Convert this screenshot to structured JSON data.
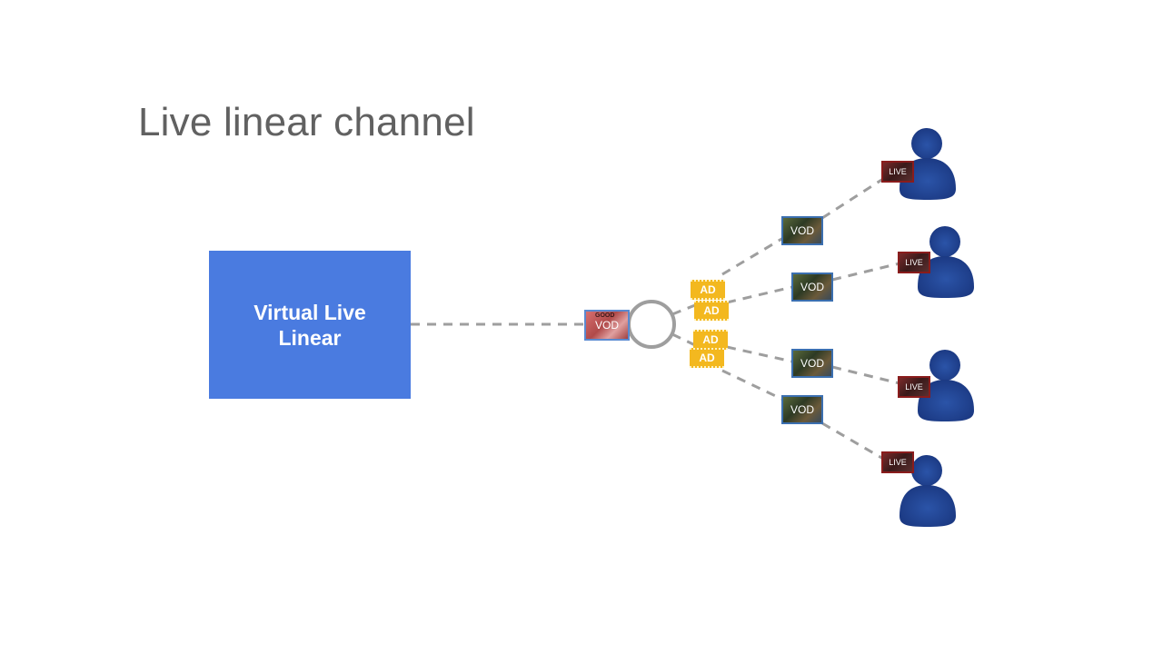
{
  "title": "Live linear channel",
  "source": {
    "line1": "Virtual Live",
    "line2": "Linear"
  },
  "source_clip": {
    "label": "VOD",
    "tag": "GOOD"
  },
  "ads": [
    "AD",
    "AD",
    "AD",
    "AD"
  ],
  "vod_clips": [
    "VOD",
    "VOD",
    "VOD",
    "VOD"
  ],
  "live_clips": [
    "LIVE",
    "LIVE",
    "LIVE",
    "LIVE"
  ],
  "colors": {
    "source": "#4a7be0",
    "ad": "#f3b81f",
    "user": "#1f3f8f",
    "line": "#9e9e9e"
  }
}
